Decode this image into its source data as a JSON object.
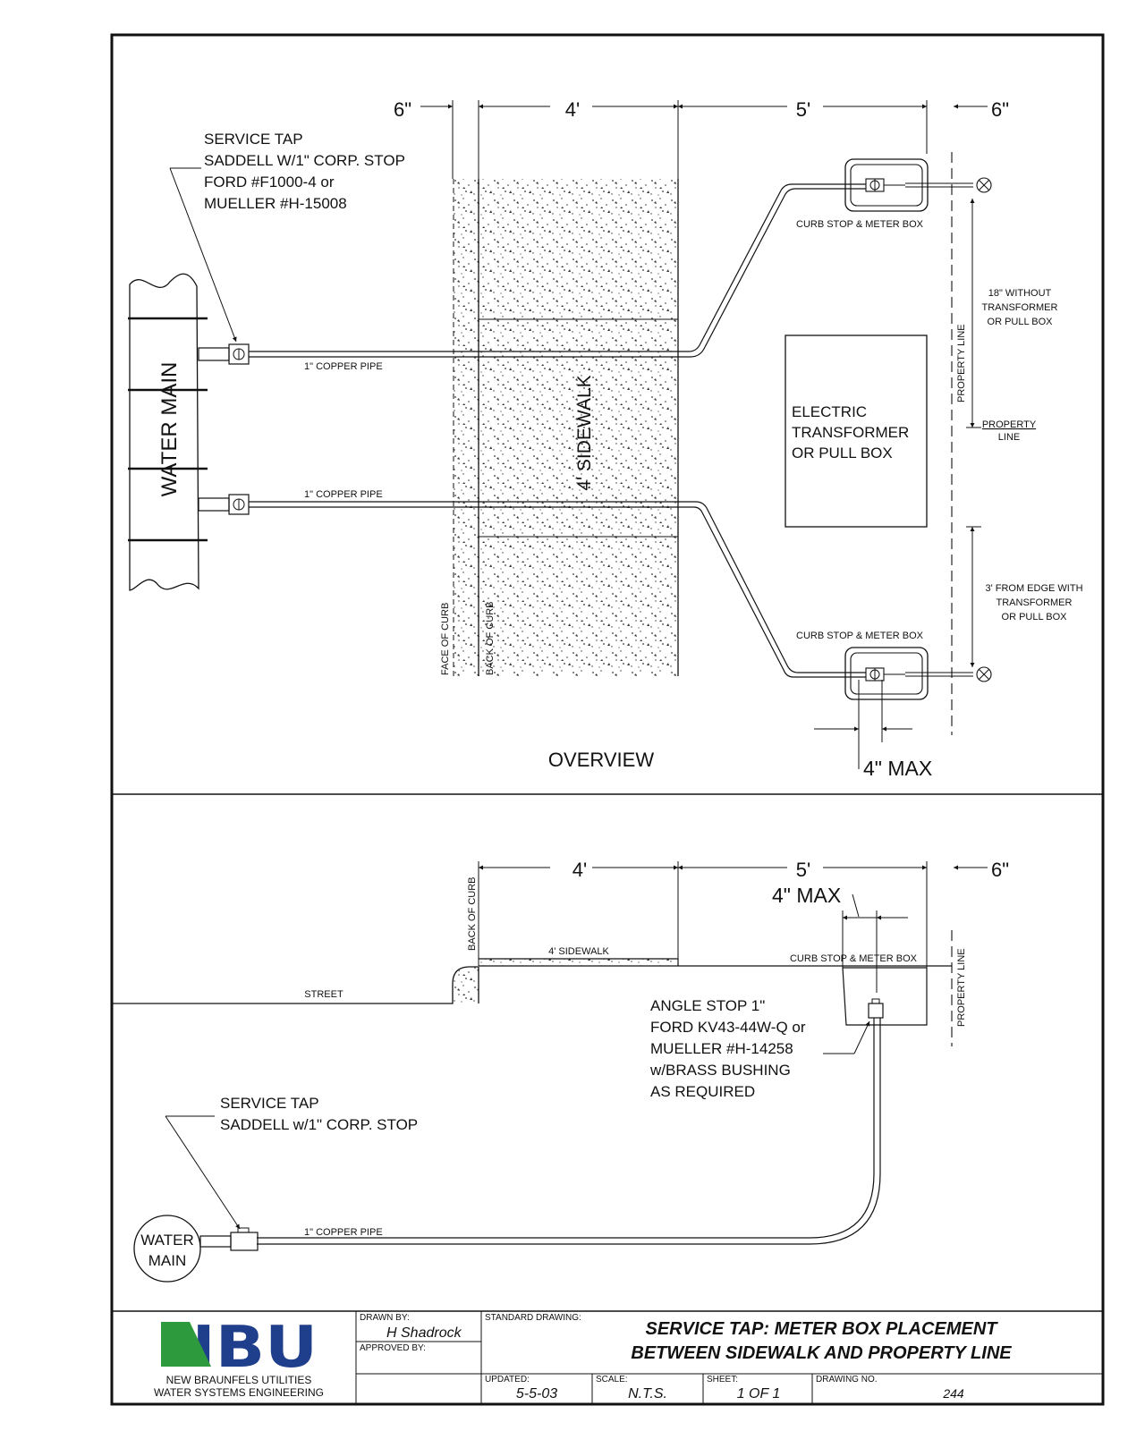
{
  "overview": {
    "dims": {
      "d6_left": "6\"",
      "d4": "4'",
      "d5": "5'",
      "d6_right": "6\""
    },
    "service_tap": [
      "SERVICE TAP",
      "SADDELL W/1\" CORP. STOP",
      "FORD #F1000-4 or",
      "MUELLER #H-15008"
    ],
    "water_main": "WATER MAIN",
    "pipe_label_1": "1\" COPPER PIPE",
    "pipe_label_2": "1\" COPPER PIPE",
    "sidewalk": "4' SIDEWALK",
    "face_of_curb": "FACE OF CURB",
    "back_of_curb": "BACK OF CURB",
    "curb_stop_1": "CURB STOP & METER BOX",
    "curb_stop_2": "CURB STOP & METER BOX",
    "without_transformer": [
      "18\" WITHOUT",
      "TRANSFORMER",
      "OR PULL BOX"
    ],
    "property_line_v": "PROPERTY LINE",
    "property_line_h": [
      "PROPERTY",
      "LINE"
    ],
    "transformer": [
      "ELECTRIC",
      "TRANSFORMER",
      "OR PULL BOX"
    ],
    "from_edge": [
      "3' FROM EDGE WITH",
      "TRANSFORMER",
      "OR PULL BOX"
    ],
    "max": "4\" MAX",
    "title": "OVERVIEW"
  },
  "section": {
    "dims": {
      "d4": "4'",
      "d5": "5'",
      "d6": "6\""
    },
    "max": "4\" MAX",
    "back_of_curb": "BACK OF CURB",
    "sidewalk": "4' SIDEWALK",
    "curb_stop": "CURB STOP & METER BOX",
    "property_line": "PROPERTY LINE",
    "street": "STREET",
    "angle_stop": [
      "ANGLE STOP 1\"",
      "FORD KV43-44W-Q or",
      "MUELLER #H-14258",
      "w/BRASS BUSHING",
      "AS REQUIRED"
    ],
    "service_tap": [
      "SERVICE TAP",
      "SADDELL w/1\" CORP. STOP"
    ],
    "water_main": [
      "WATER",
      "MAIN"
    ],
    "pipe_label": "1\" COPPER PIPE"
  },
  "title_block": {
    "logo": "NBU",
    "org_line_1": "NEW BRAUNFELS UTILITIES",
    "org_line_2": "WATER SYSTEMS ENGINEERING",
    "drawn_by_label": "DRAWN BY:",
    "drawn_by": "H Shadrock",
    "approved_by_label": "APPROVED BY:",
    "standard_drawing_label": "STANDARD DRAWING:",
    "title_line_1": "SERVICE TAP: METER BOX PLACEMENT",
    "title_line_2": "BETWEEN SIDEWALK AND PROPERTY LINE",
    "updated_label": "UPDATED:",
    "updated": "5-5-03",
    "scale_label": "SCALE:",
    "scale": "N.T.S.",
    "sheet_label": "SHEET:",
    "sheet": "1 OF 1",
    "drawing_no_label": "DRAWING NO.",
    "drawing_no": "244"
  },
  "colors": {
    "logo_blue": "#1f3f8c",
    "logo_green": "#2e9a3e",
    "line": "#111111"
  }
}
